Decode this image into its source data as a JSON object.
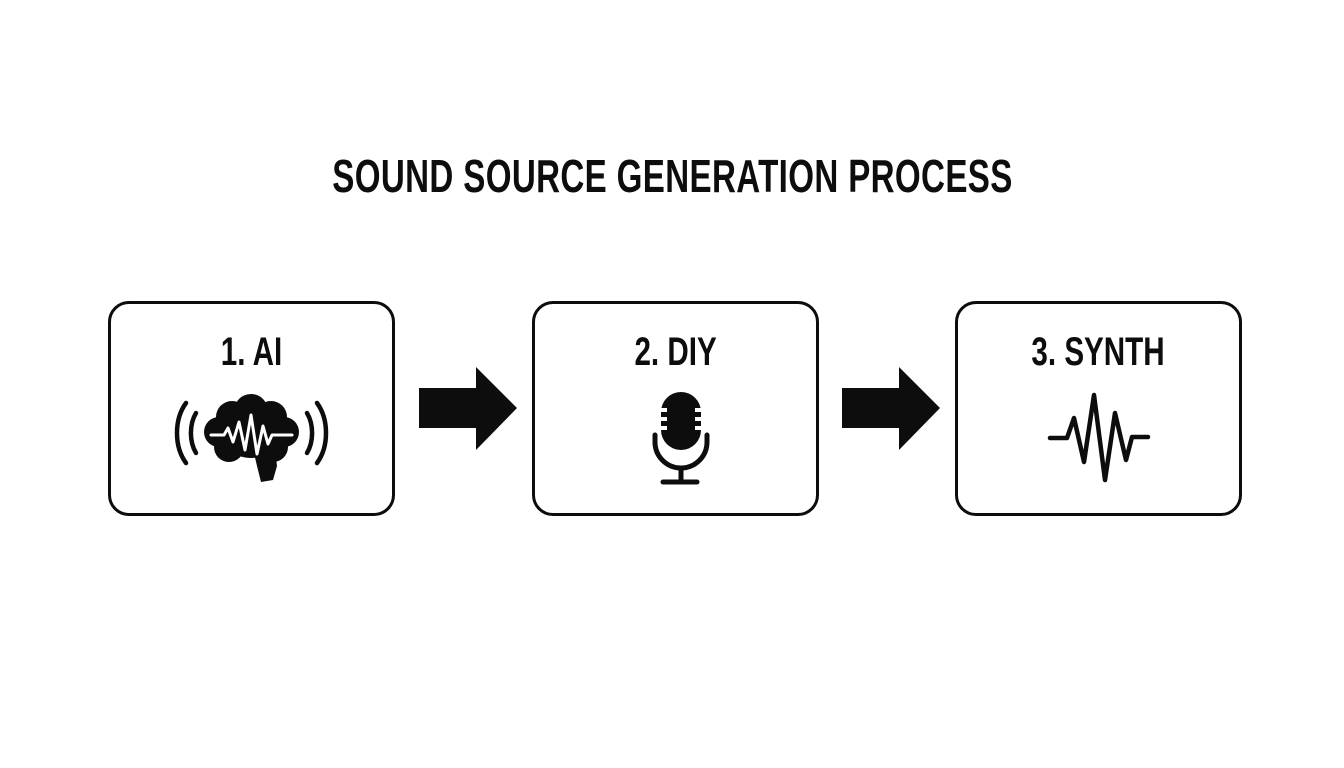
{
  "diagram": {
    "title": "SOUND SOURCE GENERATION PROCESS",
    "type": "linear-flow",
    "colors": {
      "background": "#ffffff",
      "stroke": "#0d0d0d",
      "fill": "#0d0d0d"
    },
    "steps": [
      {
        "number": 1,
        "label": "1. AI",
        "icon": "brain-soundwave-icon"
      },
      {
        "number": 2,
        "label": "2. DIY",
        "icon": "microphone-icon"
      },
      {
        "number": 3,
        "label": "3. SYNTH",
        "icon": "waveform-icon"
      }
    ],
    "connectors": [
      {
        "from": 1,
        "to": 2,
        "icon": "arrow-right-icon"
      },
      {
        "from": 2,
        "to": 3,
        "icon": "arrow-right-icon"
      }
    ]
  }
}
